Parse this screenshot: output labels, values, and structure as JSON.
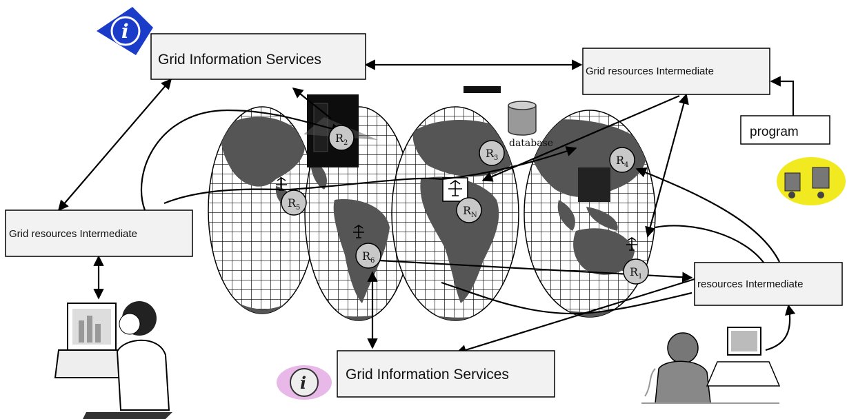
{
  "diagram": {
    "boxes": {
      "gis_top": "Grid Information Services",
      "gis_bottom": "Grid Information Services",
      "gri_top_right": "Grid resources Intermediate",
      "gri_left": "Grid resources Intermediate",
      "ri_right": "resources Intermediate",
      "program": "program"
    },
    "nodes": {
      "r2": {
        "base": "R",
        "sub": "2"
      },
      "r3": {
        "base": "R",
        "sub": "3"
      },
      "r4": {
        "base": "R",
        "sub": "4"
      },
      "r5": {
        "base": "R",
        "sub": "5"
      },
      "r6": {
        "base": "R",
        "sub": "6"
      },
      "rn": {
        "base": "R",
        "sub": "N"
      },
      "r1": {
        "base": "R",
        "sub": "1"
      }
    },
    "database_label": "database",
    "icons": [
      "info-icon",
      "computer-user-icon",
      "frustrated-user-icon",
      "printer-icon",
      "database-icon",
      "antenna-icon"
    ],
    "colors": {
      "map_fill": "#555555",
      "info_blue": "#1a3cc8",
      "info_pink": "#e8b8e8",
      "printer_yellow": "#f2ea20"
    }
  }
}
